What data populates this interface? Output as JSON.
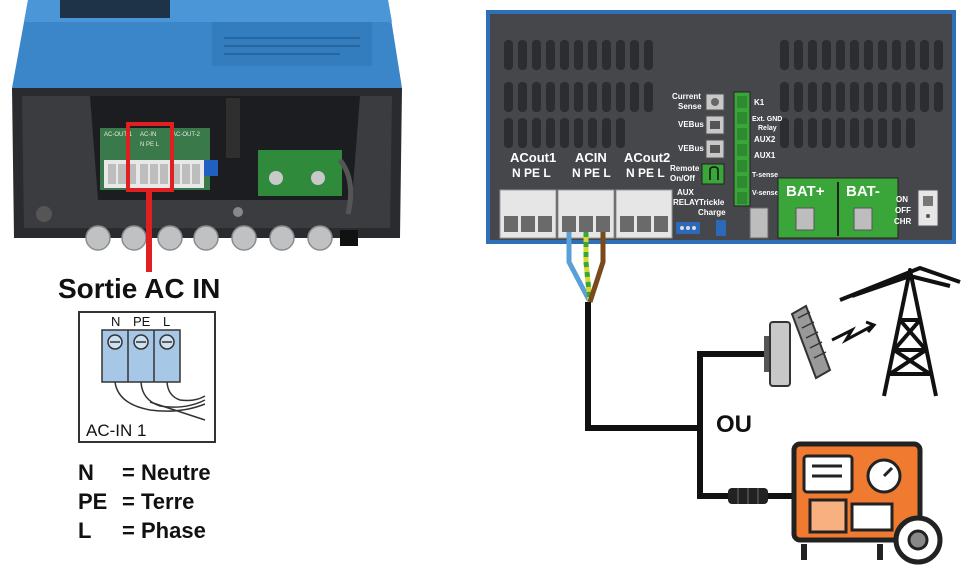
{
  "title": "Sortie AC IN",
  "inset_terminal": {
    "label": "AC-IN 1",
    "pins": [
      "N",
      "PE",
      "L"
    ]
  },
  "legend": [
    {
      "key": "N",
      "sep": "=",
      "text": "Neutre"
    },
    {
      "key": "PE",
      "sep": "=",
      "text": "Terre"
    },
    {
      "key": "L",
      "sep": "=",
      "text": "Phase"
    }
  ],
  "photo_labels": {
    "acout1": "AC-OUT-1",
    "acin": "AC-IN",
    "acout2": "AC-OUT-2",
    "pins": "N PE L"
  },
  "panel": {
    "terminal_groups": [
      {
        "name": "ACout1",
        "pins": "N PE L"
      },
      {
        "name": "ACIN",
        "pins": "N PE L"
      },
      {
        "name": "ACout2",
        "pins": "N PE L"
      }
    ],
    "connectors": [
      {
        "label": "Current\nSense"
      },
      {
        "label": "VEBus"
      },
      {
        "label": "VEBus"
      },
      {
        "label": "Remote\nOn/Off"
      },
      {
        "label": "AUX\nRELAY"
      },
      {
        "label": "Trickle\nCharge"
      }
    ],
    "right_labels": [
      "K1",
      "Ext. GND\nRelay",
      "AUX2",
      "AUX1",
      "T-sense",
      "V-sense"
    ],
    "bat_plus": "BAT+",
    "bat_minus": "BAT-",
    "switch": [
      "ON",
      "OFF",
      "CHR"
    ]
  },
  "ou_label": "OU",
  "colors": {
    "inverter_blue": "#3a86c8",
    "panel_bg": "#46474b",
    "panel_border": "#2f6fb8",
    "terminal_green": "#3aa63a",
    "red_highlight": "#e02020",
    "wire_blue": "#5aa0d8",
    "wire_brown": "#7a4a1c",
    "wire_pe": "#d8d830",
    "generator_orange": "#f07a30"
  }
}
